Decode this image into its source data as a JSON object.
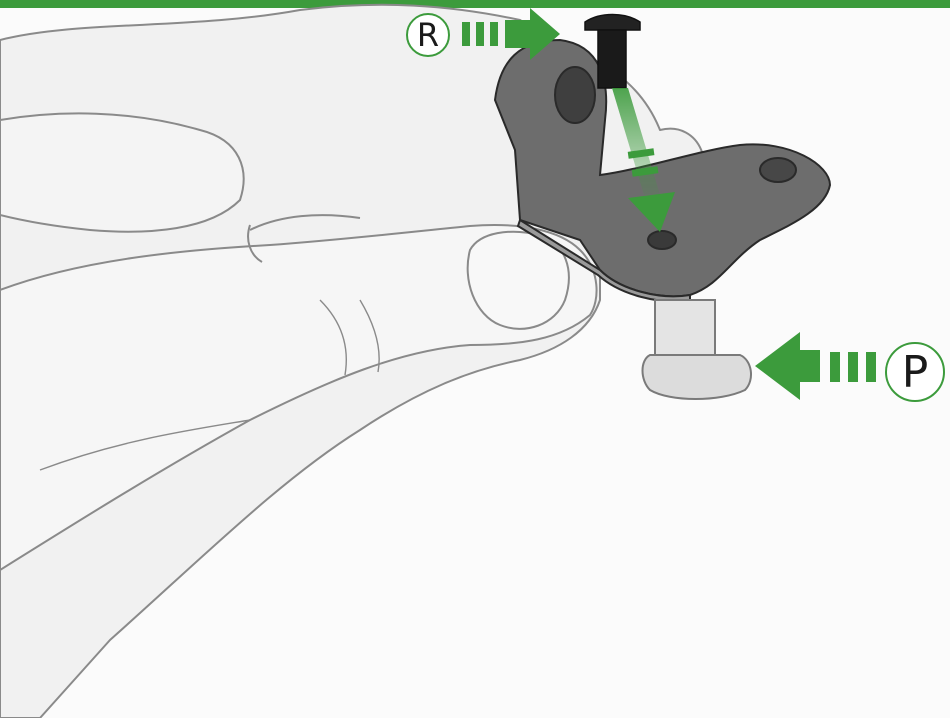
{
  "colors": {
    "accent": "#3c9b3c",
    "sketch": "#8a8a8a"
  },
  "callouts": {
    "r": {
      "label": "R",
      "part": "screw"
    },
    "p": {
      "label": "P",
      "part": "post-spacer"
    }
  }
}
